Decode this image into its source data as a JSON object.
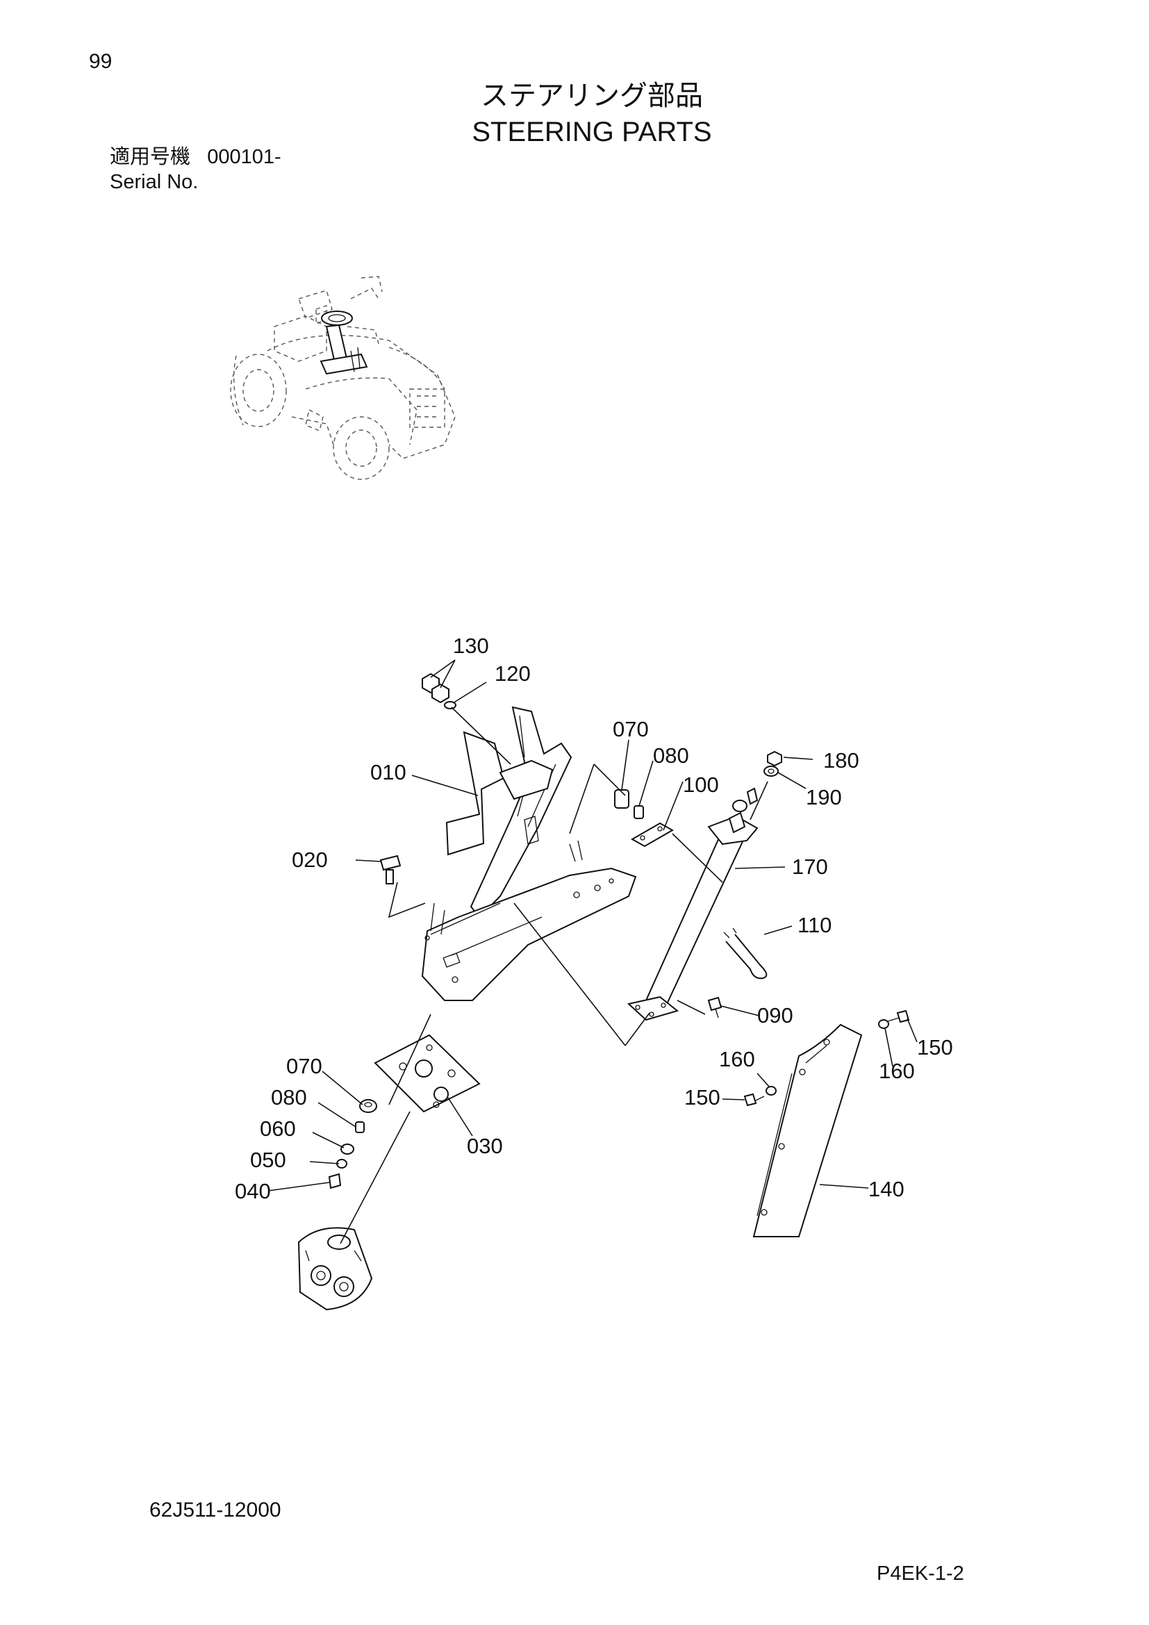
{
  "header": {
    "page_number": "99",
    "title_jp": "ステアリング部品",
    "title_en": "STEERING PARTS",
    "serial_label_jp": "適用号機",
    "serial_value": "000101-",
    "serial_label_en": "Serial No."
  },
  "footer": {
    "doc_code": "62J511-12000",
    "page_code": "P4EK-1-2"
  },
  "callouts": [
    {
      "id": "c130",
      "label": "130"
    },
    {
      "id": "c120",
      "label": "120"
    },
    {
      "id": "c070a",
      "label": "070"
    },
    {
      "id": "c080a",
      "label": "080"
    },
    {
      "id": "c100",
      "label": "100"
    },
    {
      "id": "c180",
      "label": "180"
    },
    {
      "id": "c190",
      "label": "190"
    },
    {
      "id": "c010",
      "label": "010"
    },
    {
      "id": "c020",
      "label": "020"
    },
    {
      "id": "c170",
      "label": "170"
    },
    {
      "id": "c110",
      "label": "110"
    },
    {
      "id": "c090",
      "label": "090"
    },
    {
      "id": "c150a",
      "label": "150"
    },
    {
      "id": "c160a",
      "label": "160"
    },
    {
      "id": "c160b",
      "label": "160"
    },
    {
      "id": "c150b",
      "label": "150"
    },
    {
      "id": "c070b",
      "label": "070"
    },
    {
      "id": "c080b",
      "label": "080"
    },
    {
      "id": "c060",
      "label": "060"
    },
    {
      "id": "c050",
      "label": "050"
    },
    {
      "id": "c040",
      "label": "040"
    },
    {
      "id": "c030",
      "label": "030"
    },
    {
      "id": "c140",
      "label": "140"
    }
  ]
}
